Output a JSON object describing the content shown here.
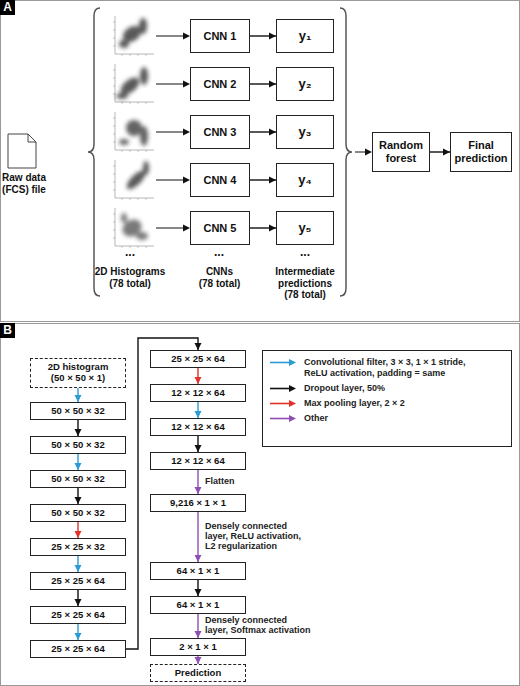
{
  "diagram": {
    "nodes": [
      {
        "text": [
          "CNN 1"
        ]
      },
      {
        "text": [
          "CNN 2"
        ]
      },
      {
        "text": [
          "CNN 3"
        ]
      },
      {
        "text": [
          "CNN 4"
        ]
      },
      {
        "text": [
          "CNN 5"
        ]
      },
      {
        "text": [
          "y₁"
        ]
      },
      {
        "text": [
          "y₂"
        ]
      },
      {
        "text": [
          "y₃"
        ]
      },
      {
        "text": [
          "y₄"
        ]
      },
      {
        "text": [
          "y₅"
        ]
      },
      {
        "text": [
          "Random forest"
        ]
      },
      {
        "text": [
          "Final prediction"
        ]
      },
      {
        "text": [
          "2D histogram (50 × 50 × 1)"
        ]
      },
      {
        "text": [
          "50 × 50 × 32"
        ]
      },
      {
        "text": [
          "50 × 50 × 32"
        ]
      },
      {
        "text": [
          "50 × 50 × 32"
        ]
      },
      {
        "text": [
          "50 × 50 × 32"
        ]
      },
      {
        "text": [
          "25 × 25 × 32"
        ]
      },
      {
        "text": [
          "25 × 25 × 64"
        ]
      },
      {
        "text": [
          "25 × 25 × 64"
        ]
      },
      {
        "text": [
          "25 × 25 × 64"
        ]
      },
      {
        "text": [
          "25 × 25 × 64"
        ]
      },
      {
        "text": [
          "12 × 12 × 64"
        ]
      },
      {
        "text": [
          "12 × 12 × 64"
        ]
      },
      {
        "text": [
          "12 × 12 × 64"
        ]
      },
      {
        "text": [
          "9,216 × 1 × 1"
        ]
      },
      {
        "text": [
          "64 × 1 × 1"
        ]
      },
      {
        "text": [
          "64 × 1 × 1"
        ]
      },
      {
        "text": [
          "2 × 1 × 1"
        ]
      },
      {
        "text": [
          "Prediction"
        ]
      }
    ],
    "edges": [
      {
        "from": 0,
        "to": 5,
        "arrow": "to"
      },
      {
        "from": 1,
        "to": 6,
        "arrow": "to"
      },
      {
        "from": 2,
        "to": 7,
        "arrow": "to"
      },
      {
        "from": 3,
        "to": 8,
        "arrow": "to"
      },
      {
        "from": 4,
        "to": 9,
        "arrow": "to"
      },
      {
        "from": 10,
        "to": 11,
        "arrow": "to"
      },
      {
        "from": 12,
        "to": 13,
        "arrow": "to"
      },
      {
        "from": 13,
        "to": 14,
        "arrow": "to"
      },
      {
        "from": 14,
        "to": 15,
        "arrow": "to"
      },
      {
        "from": 15,
        "to": 16,
        "arrow": "to"
      },
      {
        "from": 16,
        "to": 17,
        "arrow": "to"
      },
      {
        "from": 17,
        "to": 18,
        "arrow": "to"
      },
      {
        "from": 18,
        "to": 19,
        "arrow": "to"
      },
      {
        "from": 19,
        "to": 20,
        "arrow": "to"
      },
      {
        "from": 20,
        "to": 21,
        "arrow": "to"
      },
      {
        "from": 21,
        "to": 22,
        "arrow": "to"
      },
      {
        "from": 22,
        "to": 23,
        "arrow": "to"
      },
      {
        "from": 23,
        "to": 24,
        "arrow": "to"
      },
      {
        "from": 24,
        "to": 25,
        "label": "Flatten",
        "arrow": "to"
      },
      {
        "from": 25,
        "to": 26,
        "label": "Densely connected layer, ReLU activation, L2 regularization",
        "arrow": "to"
      },
      {
        "from": 26,
        "to": 27,
        "arrow": "to"
      },
      {
        "from": 27,
        "to": 28,
        "label": "Densely connected layer, Softmax activation",
        "arrow": "to"
      },
      {
        "from": 28,
        "to": 29,
        "arrow": "to"
      }
    ],
    "labels": [
      "A",
      "Raw data (FCS) file",
      "...",
      "...",
      "...",
      "2D Histograms (78 total)",
      "CNNs (78 total)",
      "Intermediate predictions (78 total)",
      "B"
    ],
    "legend": [
      {
        "text": "Convolutional filter, 3 × 3, 1 × 1 stride, ReLU activation, padding = same"
      },
      {
        "text": "Dropout layer, 50%"
      },
      {
        "text": "Max pooling layer, 2 × 2"
      },
      {
        "text": "Other"
      }
    ]
  }
}
